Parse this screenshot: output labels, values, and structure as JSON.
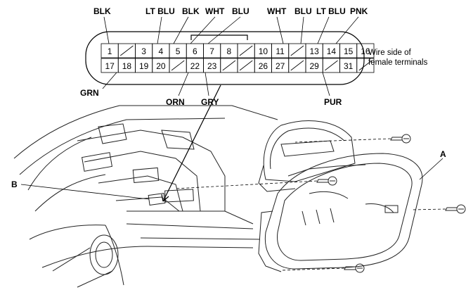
{
  "connector": {
    "row1_pins": [
      "1",
      "",
      "3",
      "4",
      "5",
      "6",
      "7",
      "8",
      "",
      "10",
      "11",
      "",
      "13",
      "14",
      "15",
      "16"
    ],
    "row2_pins": [
      "17",
      "18",
      "19",
      "20",
      "",
      "22",
      "23",
      "",
      "",
      "26",
      "27",
      "",
      "29",
      "",
      "31",
      ""
    ],
    "note_line1": "Wire side of",
    "note_line2": "female terminals"
  },
  "wire_labels": {
    "top": [
      "BLK",
      "LT BLU",
      "BLK",
      "WHT",
      "BLU",
      "WHT",
      "BLU",
      "LT BLU",
      "PNK"
    ],
    "bottom": [
      "GRN",
      "ORN",
      "GRY",
      "PUR"
    ]
  },
  "callouts": {
    "a": "A",
    "b": "B"
  }
}
